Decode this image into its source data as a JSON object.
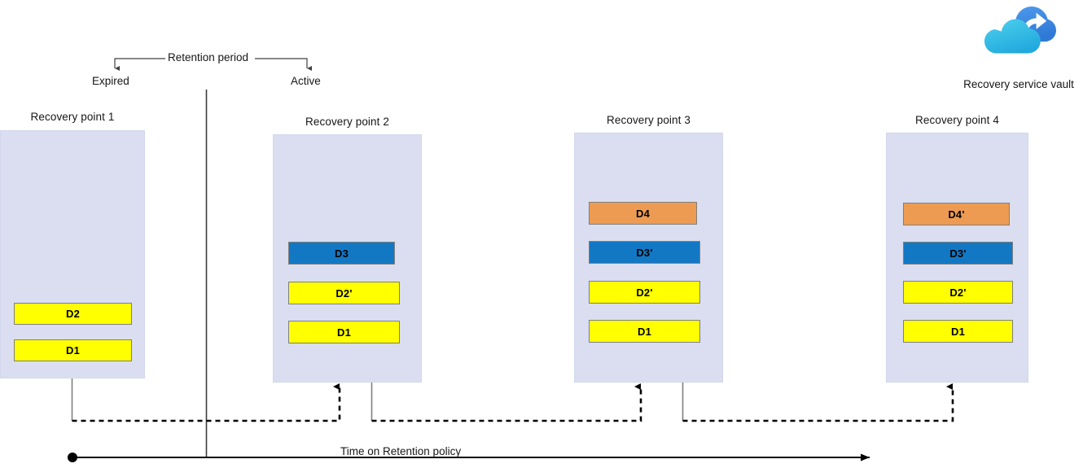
{
  "diagram": {
    "title_hidden": "Azure Backup recovery points on retention policy",
    "retention_label": "Retention period",
    "expired_label": "Expired",
    "active_label": "Active",
    "timeline_label": "Time on Retention policy",
    "vault": {
      "label": "Recovery service vault",
      "icon": "cloud-sync-icon"
    },
    "colors": {
      "panel_fill": "#dadef0",
      "panel_stroke": "#d2d7ec",
      "yellow": "#ffff00",
      "blue": "#1378c4",
      "orange": "#ed9b52",
      "box_stroke": "#7f7f7f",
      "line": "#595959",
      "text": "#161616",
      "vault_cloud_back": "#3f8fe0",
      "vault_cloud_front": "#37c0e8"
    },
    "recovery_points": [
      {
        "title": "Recovery point 1",
        "blocks": [
          {
            "label": "D2",
            "color": "yellow"
          },
          {
            "label": "D1",
            "color": "yellow"
          }
        ]
      },
      {
        "title": "Recovery point 2",
        "blocks": [
          {
            "label": "D3",
            "color": "blue"
          },
          {
            "label": "D2'",
            "color": "yellow"
          },
          {
            "label": "D1",
            "color": "yellow"
          }
        ]
      },
      {
        "title": "Recovery point 3",
        "blocks": [
          {
            "label": "D4",
            "color": "orange"
          },
          {
            "label": "D3'",
            "color": "blue"
          },
          {
            "label": "D2'",
            "color": "yellow"
          },
          {
            "label": "D1",
            "color": "yellow"
          }
        ]
      },
      {
        "title": "Recovery point 4",
        "blocks": [
          {
            "label": "D4'",
            "color": "orange"
          },
          {
            "label": "D3'",
            "color": "blue"
          },
          {
            "label": "D2'",
            "color": "yellow"
          },
          {
            "label": "D1",
            "color": "yellow"
          }
        ]
      }
    ]
  }
}
